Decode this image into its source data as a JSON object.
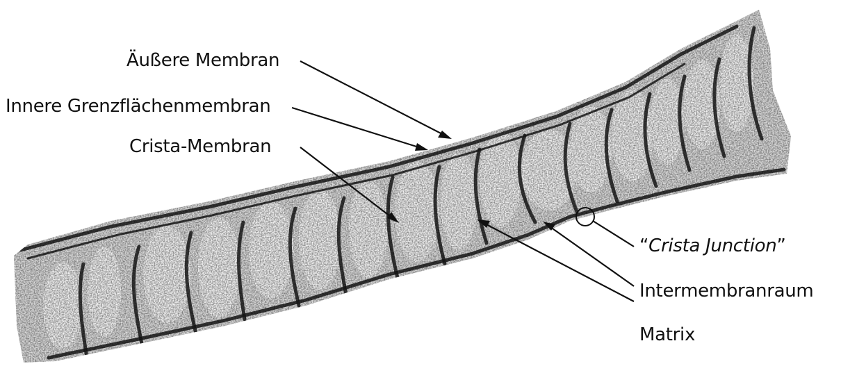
{
  "labels": {
    "outer_membrane": "Äußere Membran",
    "inner_boundary_membrane": "Innere Grenzflächenmembran",
    "crista_membrane": "Crista-Membran",
    "crista_junction_open_quote": "“",
    "crista_junction": "Crista Junction",
    "crista_junction_close_quote": "”",
    "intermembrane_space": "Intermembranraum",
    "matrix": "Matrix"
  },
  "colors": {
    "background": "#ffffff",
    "text": "#111111",
    "arrow": "#111111",
    "tissue_dark": "#1a1a1a",
    "tissue_light": "#f3f3f3"
  }
}
